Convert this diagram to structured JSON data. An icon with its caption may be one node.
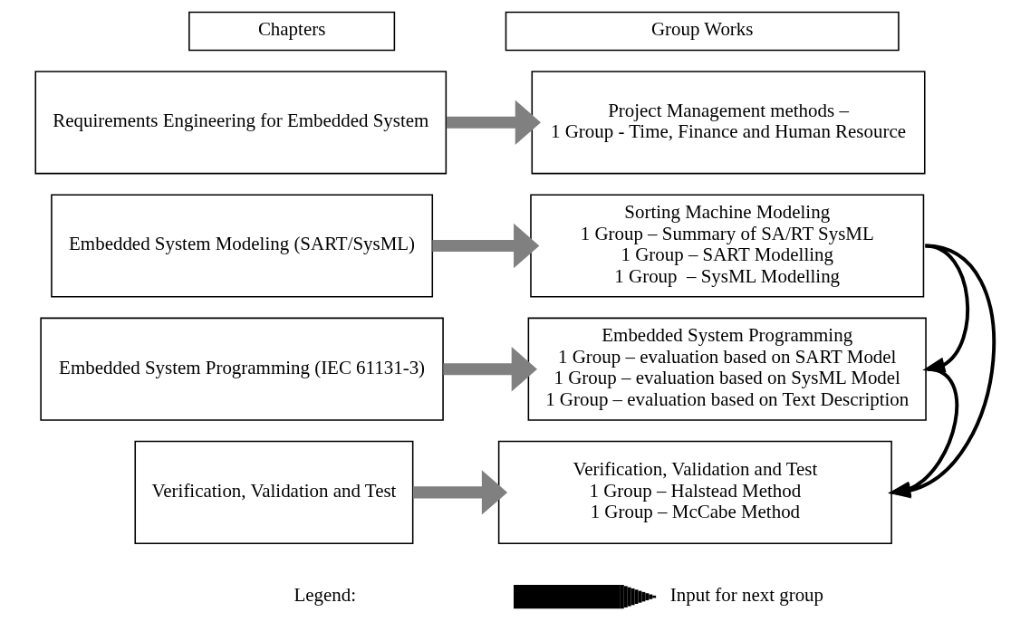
{
  "diagram": {
    "nodes": [
      {
        "text": [
          "Chapters"
        ]
      },
      {
        "text": [
          "Group Works"
        ]
      },
      {
        "text": [
          "Requirements Engineering for Embedded System"
        ]
      },
      {
        "text": [
          "Project Management methods –",
          "1 Group - Time, Finance and Human Resource"
        ]
      },
      {
        "text": [
          "Embedded System Modeling (SART/SysML)"
        ]
      },
      {
        "text": [
          "Sorting Machine Modeling",
          "1 Group – Summary of SA/RT SysML",
          "1 Group – SART Modelling",
          "1 Group  – SysML Modelling"
        ]
      },
      {
        "text": [
          "Embedded System Programming (IEC 61131-3)"
        ]
      },
      {
        "text": [
          "Embedded System Programming",
          "1 Group – evaluation based on SART Model",
          "1 Group – evaluation based on SysML Model",
          "1 Group – evaluation based on Text Description"
        ]
      },
      {
        "text": [
          "Verification, Validation and Test"
        ]
      },
      {
        "text": [
          "Verification, Validation and Test",
          "1 Group – Halstead Method",
          "1 Group – McCabe Method"
        ]
      }
    ],
    "edges": [
      {
        "from": 2,
        "to": 3,
        "arrow": "to"
      },
      {
        "from": 4,
        "to": 5,
        "arrow": "to"
      },
      {
        "from": 6,
        "to": 7,
        "arrow": "to"
      },
      {
        "from": 8,
        "to": 9,
        "arrow": "to"
      },
      {
        "from": 5,
        "to": 7,
        "arrow": "to",
        "color": "#000000"
      },
      {
        "from": 5,
        "to": 9,
        "arrow": "to",
        "color": "#000000"
      },
      {
        "from": 7,
        "to": 9,
        "arrow": "to",
        "color": "#000000"
      }
    ],
    "labels": [
      "Legend:"
    ],
    "legend": [
      {
        "text": "Input for next group"
      }
    ]
  }
}
